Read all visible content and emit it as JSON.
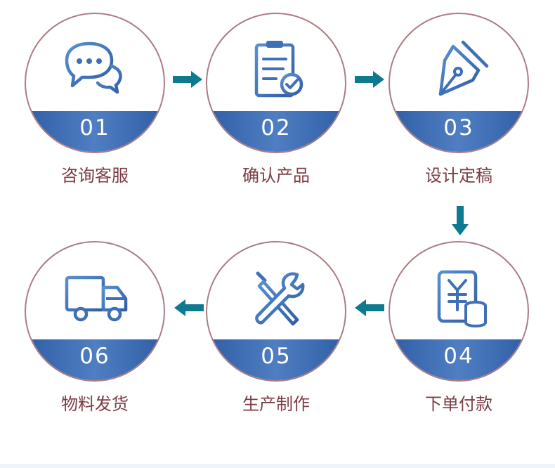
{
  "steps": [
    {
      "num": "01",
      "label": "咨询客服",
      "icon": "chat-icon"
    },
    {
      "num": "02",
      "label": "确认产品",
      "icon": "clipboard-check-icon"
    },
    {
      "num": "03",
      "label": "设计定稿",
      "icon": "pen-nib-icon"
    },
    {
      "num": "04",
      "label": "下单付款",
      "icon": "yuan-coins-icon"
    },
    {
      "num": "05",
      "label": "生产制作",
      "icon": "tools-icon"
    },
    {
      "num": "06",
      "label": "物料发货",
      "icon": "truck-icon"
    }
  ],
  "colors": {
    "ring": "#ab7c83",
    "band": "#3e6db5",
    "icon": "#3f6fb5",
    "arrow": "#0f7a8f",
    "label": "#7c3c44"
  }
}
